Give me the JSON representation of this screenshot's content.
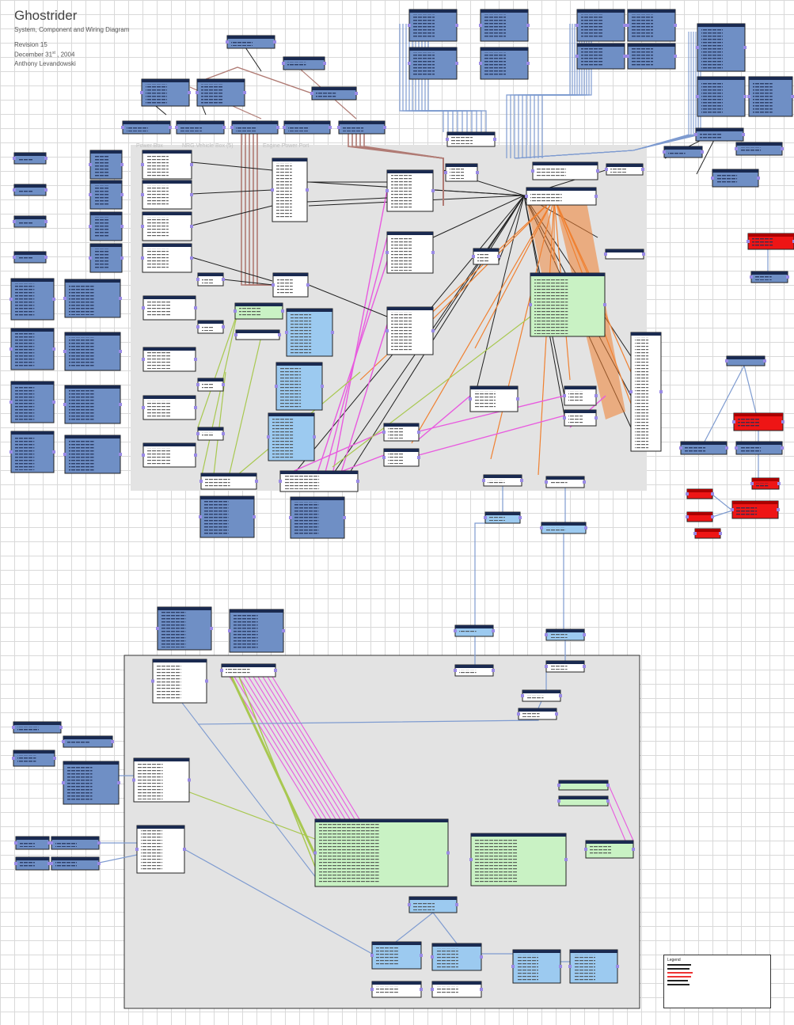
{
  "title": "Ghostrider",
  "subtitle": "System, Component and Wiring Diagram",
  "revision": "Revision 15",
  "date_main": "December 31",
  "date_sup": "st",
  "date_tail": ", 2004",
  "author": "Anthony Levandowski",
  "region_labels": [
    "Power Box",
    "NRG Vehicle Box (5)",
    "Engine Power Port"
  ],
  "legend_label": "Legend",
  "colors": {
    "module_dark": "#6f8fc5",
    "module_light": "#9ccaf0",
    "module_green": "#c9f2c4",
    "module_white": "#ffffff",
    "module_red": "#ee1515",
    "region_gray": "#e3e3e3",
    "wire_magenta": "#e85adf",
    "wire_orange": "#f08030",
    "wire_blue": "#7e9bd0",
    "wire_black": "#202020",
    "wire_green": "#a8c850",
    "wire_brown": "#b07b74",
    "connector": "#9a8ae6"
  }
}
